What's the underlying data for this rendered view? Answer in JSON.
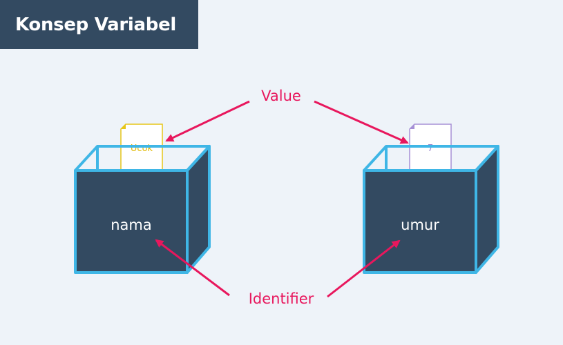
{
  "title": "Konsep Variabel",
  "labels": {
    "value": "Value",
    "identifier": "Identifier"
  },
  "variables": [
    {
      "identifier": "nama",
      "value": "Ucok"
    },
    {
      "identifier": "umur",
      "value": "7"
    }
  ],
  "colors": {
    "background": "#eef3f9",
    "title_bg": "#334a61",
    "box_fill": "#334a61",
    "box_outline": "#3fb6e6",
    "annotation": "#e8175d",
    "paper_string_border": "#e6c619",
    "paper_string_text": "#e0b800",
    "paper_number_border": "#a690d6",
    "paper_number_text": "#9a86cc"
  }
}
